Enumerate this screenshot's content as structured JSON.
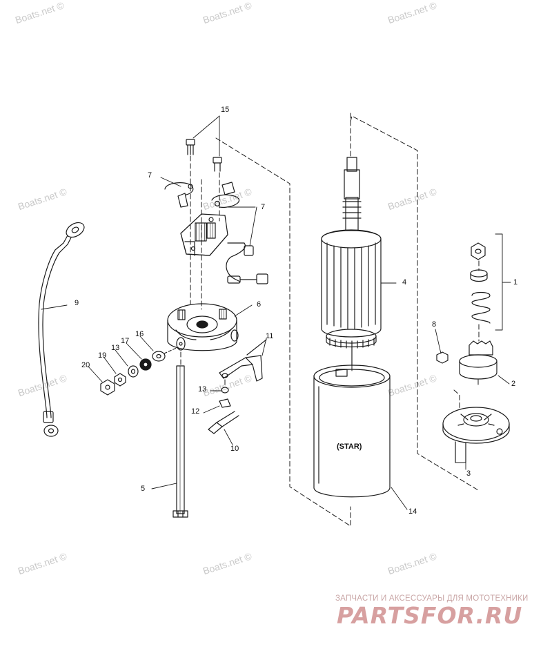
{
  "callouts": {
    "c1": "1",
    "c2": "2",
    "c3": "3",
    "c4": "4",
    "c5": "5",
    "c6": "6",
    "c7a": "7",
    "c7b": "7",
    "c8": "8",
    "c9": "9",
    "c10": "10",
    "c11": "11",
    "c12": "12",
    "c13a": "13",
    "c13b": "13",
    "c14": "14",
    "c15": "15",
    "c16": "16",
    "c17": "17",
    "c19": "19",
    "c20": "20"
  },
  "frame_label": "(STAR)",
  "watermark": "Boats.net ©",
  "brand": {
    "tagline": "ЗАПЧАСТИ И АКСЕССУАРЫ ДЛЯ МОТОТЕХНИКИ",
    "logo_text": "PARTSFOR.RU"
  }
}
